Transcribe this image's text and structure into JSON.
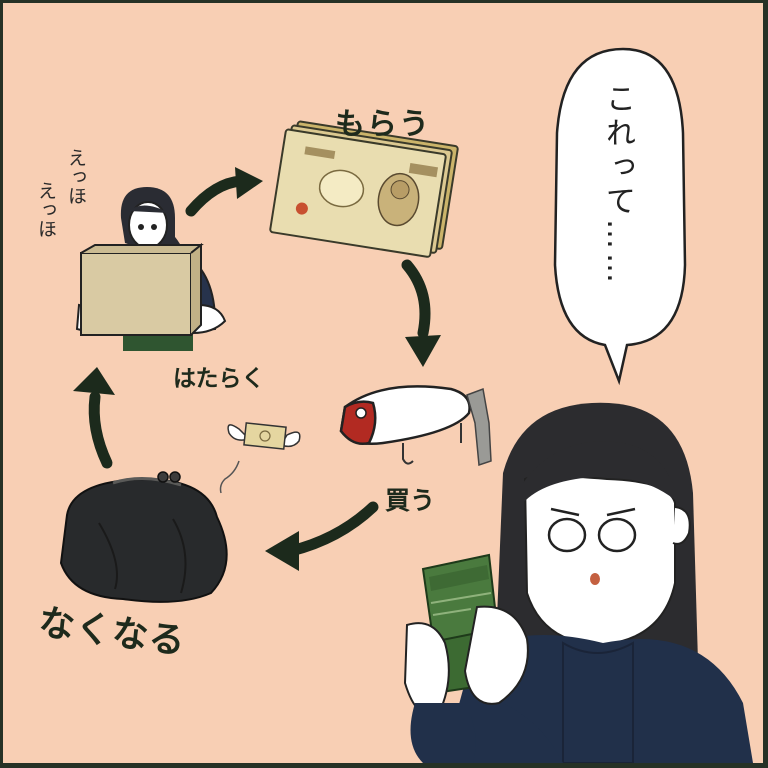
{
  "cycle": {
    "work_label": "はたらく",
    "receive_label": "もらう",
    "buy_label": "買う",
    "lose_label": "なくなる",
    "sfx_1": "えっほ",
    "sfx_2": "えっほ"
  },
  "speech": {
    "text": "これって……"
  },
  "colors": {
    "background": "#f8cfb4",
    "border": "#263226",
    "arrow": "#1c2a1c",
    "ink": "#1e2a1c"
  },
  "icons": [
    "arrow-icon",
    "yen-note-icon",
    "fishing-lure-icon",
    "coin-purse-icon",
    "flying-money-icon",
    "wallet-icon"
  ]
}
